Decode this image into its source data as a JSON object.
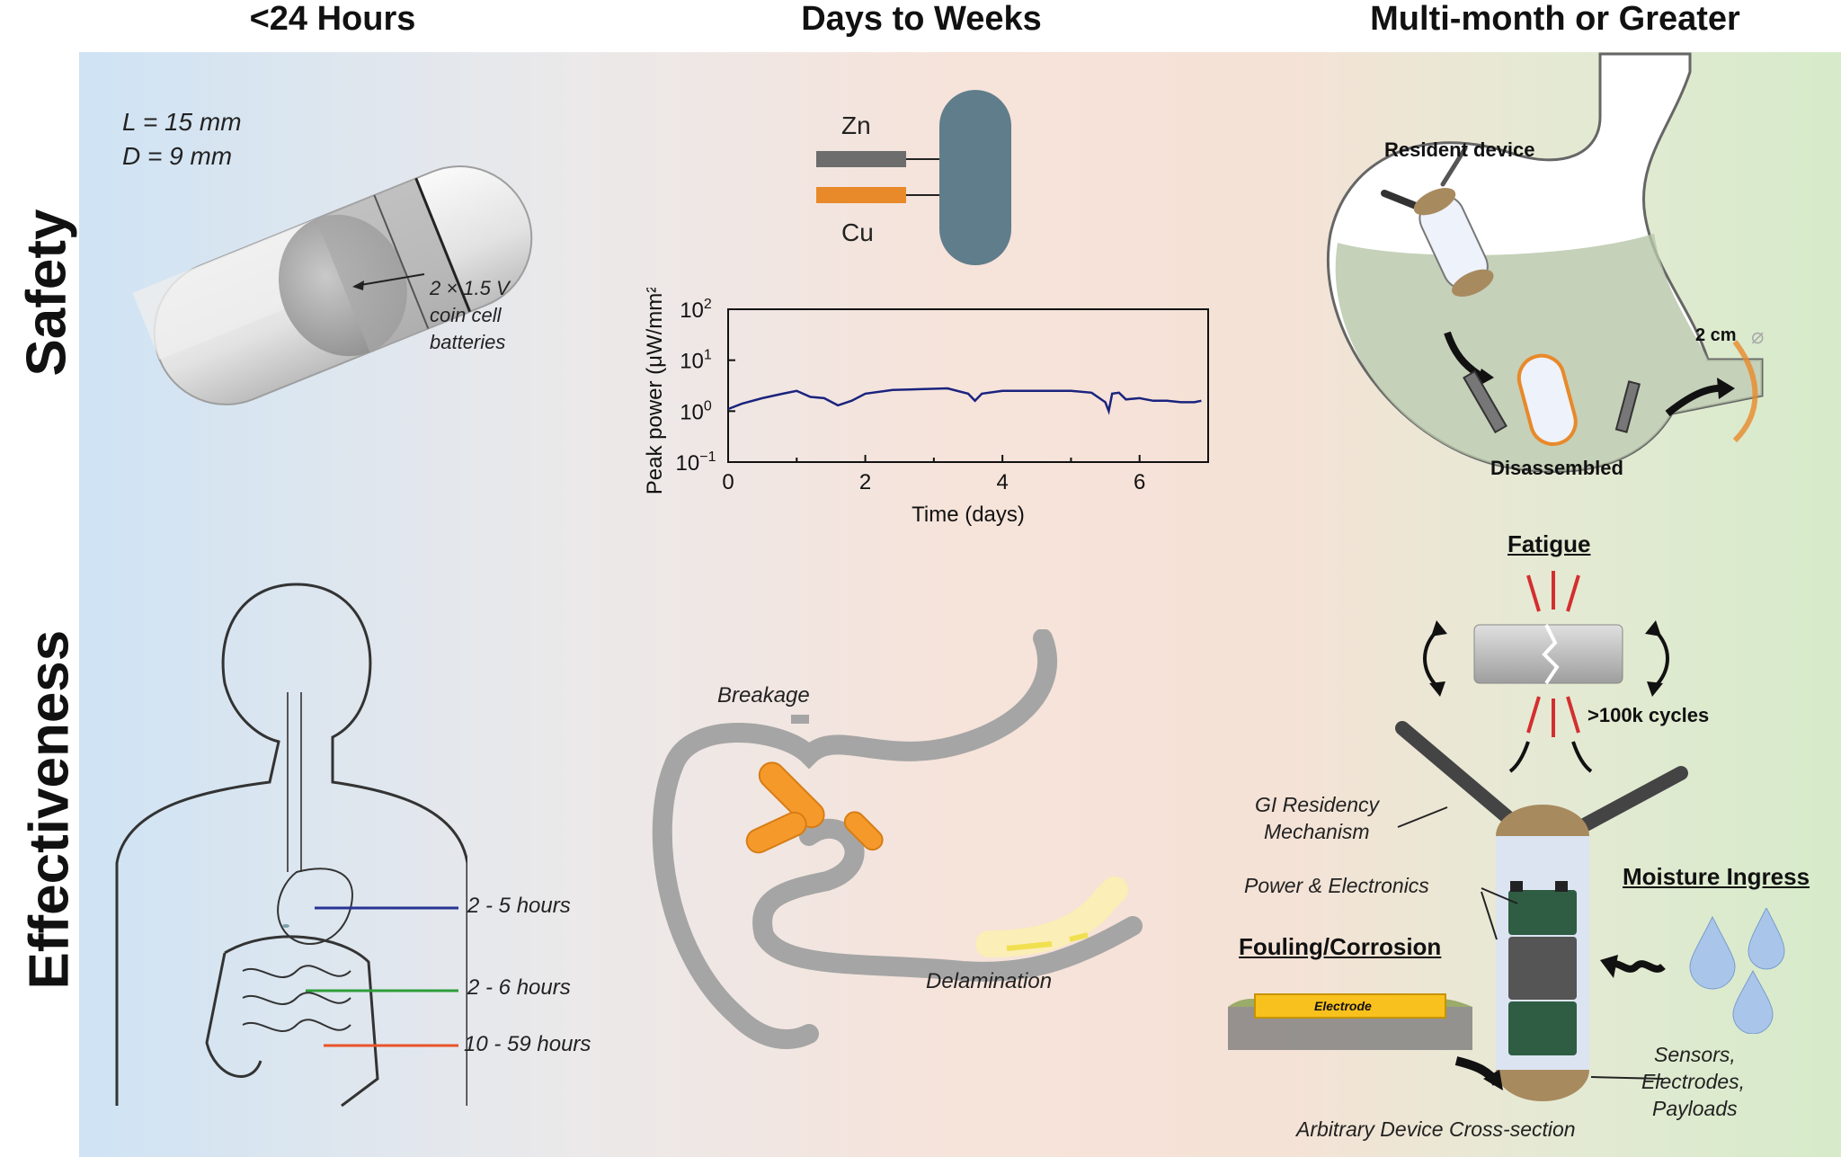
{
  "columns": {
    "short": "<24 Hours",
    "medium": "Days to Weeks",
    "long": "Multi-month or Greater"
  },
  "rows": {
    "safety": "Safety",
    "effectiveness": "Effectiveness"
  },
  "capsule": {
    "length": "L = 15 mm",
    "diameter": "D = 9 mm",
    "battery_line1": "2 × 1.5 V",
    "battery_line2": "coin cell",
    "battery_line3": "batteries"
  },
  "galvanic": {
    "zn": "Zn",
    "cu": "Cu"
  },
  "chart_data": {
    "type": "line",
    "xlabel": "Time (days)",
    "ylabel": "Peak power (μW/mm²)",
    "xlim": [
      0,
      7
    ],
    "ylim_log10": [
      -1,
      2
    ],
    "x_ticks": [
      "0",
      "2",
      "4",
      "6"
    ],
    "y_ticks": [
      {
        "base": "10",
        "exp": "2"
      },
      {
        "base": "10",
        "exp": "1"
      },
      {
        "base": "10",
        "exp": "0"
      },
      {
        "base": "10",
        "exp": "−1"
      }
    ],
    "log_scale_y": true,
    "line_color": "#1a237e",
    "x": [
      0,
      0.2,
      0.5,
      0.8,
      1.0,
      1.2,
      1.4,
      1.6,
      1.8,
      2.0,
      2.4,
      2.8,
      3.2,
      3.5,
      3.6,
      3.7,
      4.0,
      4.5,
      5.0,
      5.3,
      5.5,
      5.55,
      5.6,
      5.7,
      5.8,
      6.0,
      6.2,
      6.4,
      6.6,
      6.8,
      6.9
    ],
    "y": [
      1.1,
      1.4,
      1.8,
      2.2,
      2.5,
      1.9,
      1.8,
      1.3,
      1.6,
      2.2,
      2.6,
      2.7,
      2.8,
      2.2,
      1.6,
      2.2,
      2.5,
      2.5,
      2.5,
      2.3,
      1.5,
      1.0,
      2.2,
      2.3,
      1.7,
      1.8,
      1.6,
      1.6,
      1.5,
      1.5,
      1.6
    ]
  },
  "stomach": {
    "resident": "Resident device",
    "disassembled": "Disassembled",
    "size": "2 cm",
    "diameter_symbol": "⌀"
  },
  "gi": {
    "stomach_time": "2 - 5 hours",
    "small_int_time": "2 - 6 hours",
    "large_int_time": "10 - 59 hours",
    "stomach_color": "#283593",
    "small_int_color": "#2e9e3a",
    "large_int_color": "#e8542a"
  },
  "failures": {
    "breakage": "Breakage",
    "delamination": "Delamination"
  },
  "device": {
    "fatigue": "Fatigue",
    "cycles": ">100k cycles",
    "gi_residency_1": "GI Residency",
    "gi_residency_2": "Mechanism",
    "power": "Power & Electronics",
    "moisture": "Moisture Ingress",
    "fouling": "Fouling/Corrosion",
    "electrode": "Electrode",
    "sensors_1": "Sensors,",
    "sensors_2": "Electrodes,",
    "sensors_3": "Payloads",
    "cross_section": "Arbitrary Device Cross-section"
  }
}
